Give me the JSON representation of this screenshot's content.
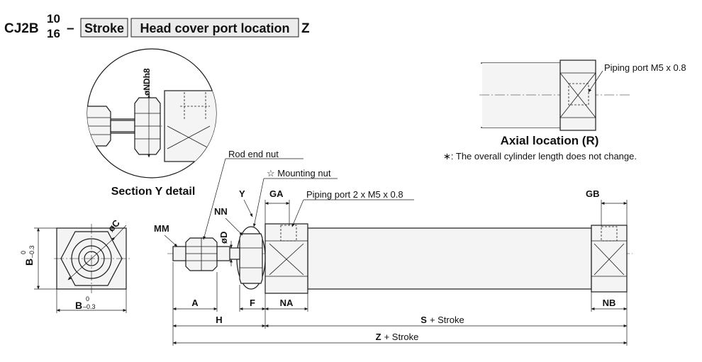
{
  "model": {
    "series": "CJ2B",
    "bore_top": "10",
    "bore_bottom": "16",
    "dash": "–",
    "stroke_box": "Stroke",
    "port_box": "Head cover port location",
    "suffix": "Z"
  },
  "section_detail": {
    "title": "Section Y detail",
    "dim_label": "øNDh8"
  },
  "axial": {
    "title": "Axial location (R)",
    "port_label": "Piping port M5 x 0.8",
    "note": "∗: The overall cylinder length does not change."
  },
  "end_view": {
    "dim_c": "øC",
    "dim_b_vertical": "B",
    "dim_b_horizontal": "B",
    "tol_upper": "0",
    "tol_lower": "–0.3"
  },
  "main_view": {
    "rod_end_nut": "Rod end nut",
    "mounting_nut": "☆ Mounting nut",
    "piping_port": "Piping port 2 x M5 x 0.8",
    "labels": {
      "mm": "MM",
      "nn": "NN",
      "y": "Y",
      "ga": "GA",
      "gb": "GB",
      "d": "øD",
      "a": "A",
      "f": "F",
      "na": "NA",
      "nb": "NB",
      "h": "H"
    },
    "s_main": "S",
    "s_suffix": "+ Stroke",
    "z_main": "Z",
    "z_suffix": "+ Stroke"
  }
}
